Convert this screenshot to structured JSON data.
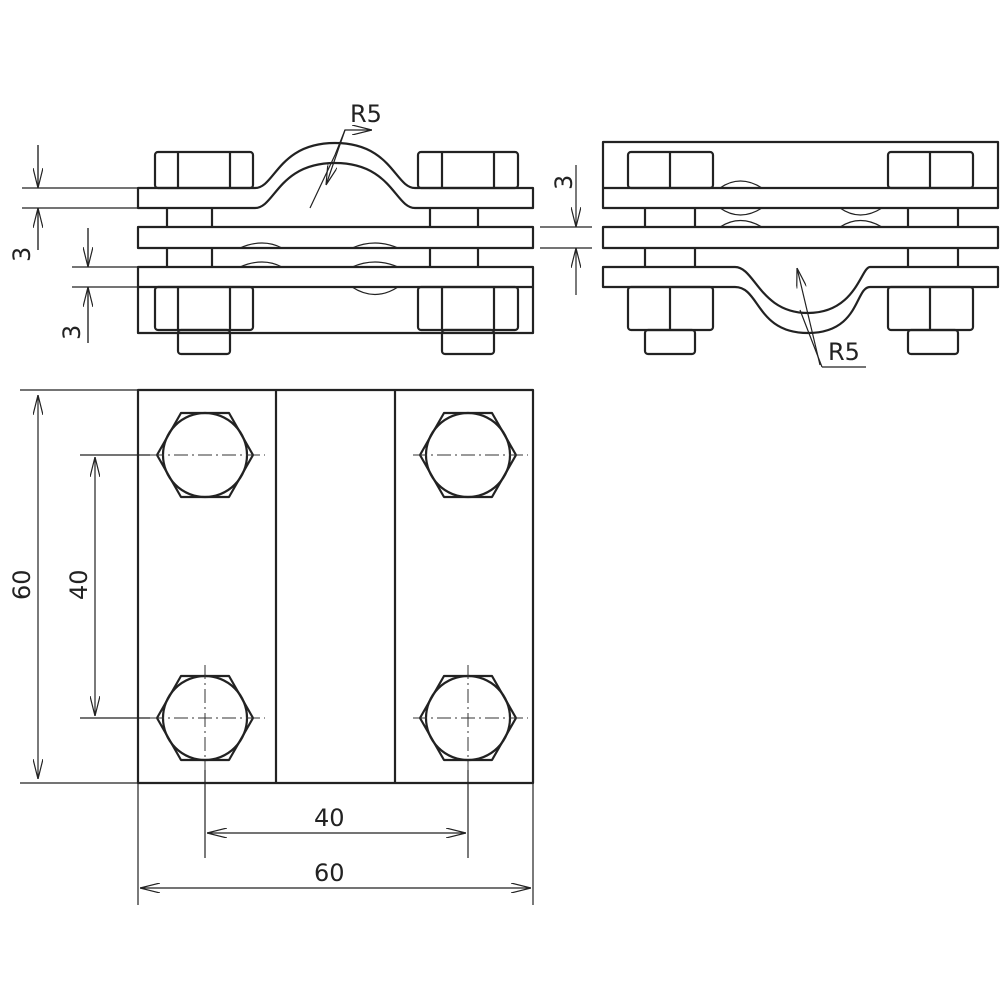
{
  "labels": {
    "radius_top": "R5",
    "radius_right": "R5",
    "thk_left_top": "3",
    "thk_left_bottom": "3",
    "thk_right": "3",
    "height_outer": "60",
    "height_bolt": "40",
    "width_bolt": "40",
    "width_outer": "60"
  }
}
